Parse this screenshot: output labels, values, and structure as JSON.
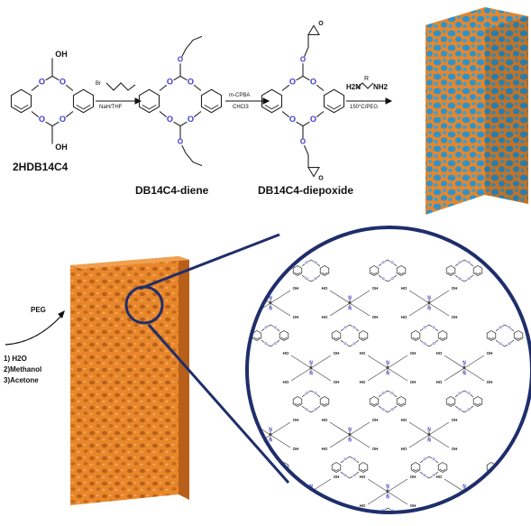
{
  "compounds": {
    "c1": "2HDB14C4",
    "c2": "DB14C4-diene",
    "c3": "DB14C4-diepoxide"
  },
  "reagents": {
    "step1_top": "Br",
    "step1_bottom": "NaH/THF",
    "step2_top": "m-CPBA",
    "step2_bottom": "CHCl3",
    "step3_amine_left": "H2N",
    "step3_amine_r": "R",
    "step3_amine_right": "NH2",
    "step3_bottom": "150°C/PEG"
  },
  "atoms": {
    "hydroxyl": "OH",
    "oxygen": "O",
    "hydroxyl_left": "HO",
    "nitrogen": "N",
    "r_group": "R"
  },
  "workup": {
    "removed": "PEG",
    "step1": "1) H2O",
    "step2": "2)Methanol",
    "step3": "3)Acetone"
  },
  "colors": {
    "monolith_orange": "#e8862a",
    "pore_blue": "#2f93c9",
    "zoom_navy": "#1f2e6b",
    "crown_oxygen": "#3a3ad0"
  }
}
